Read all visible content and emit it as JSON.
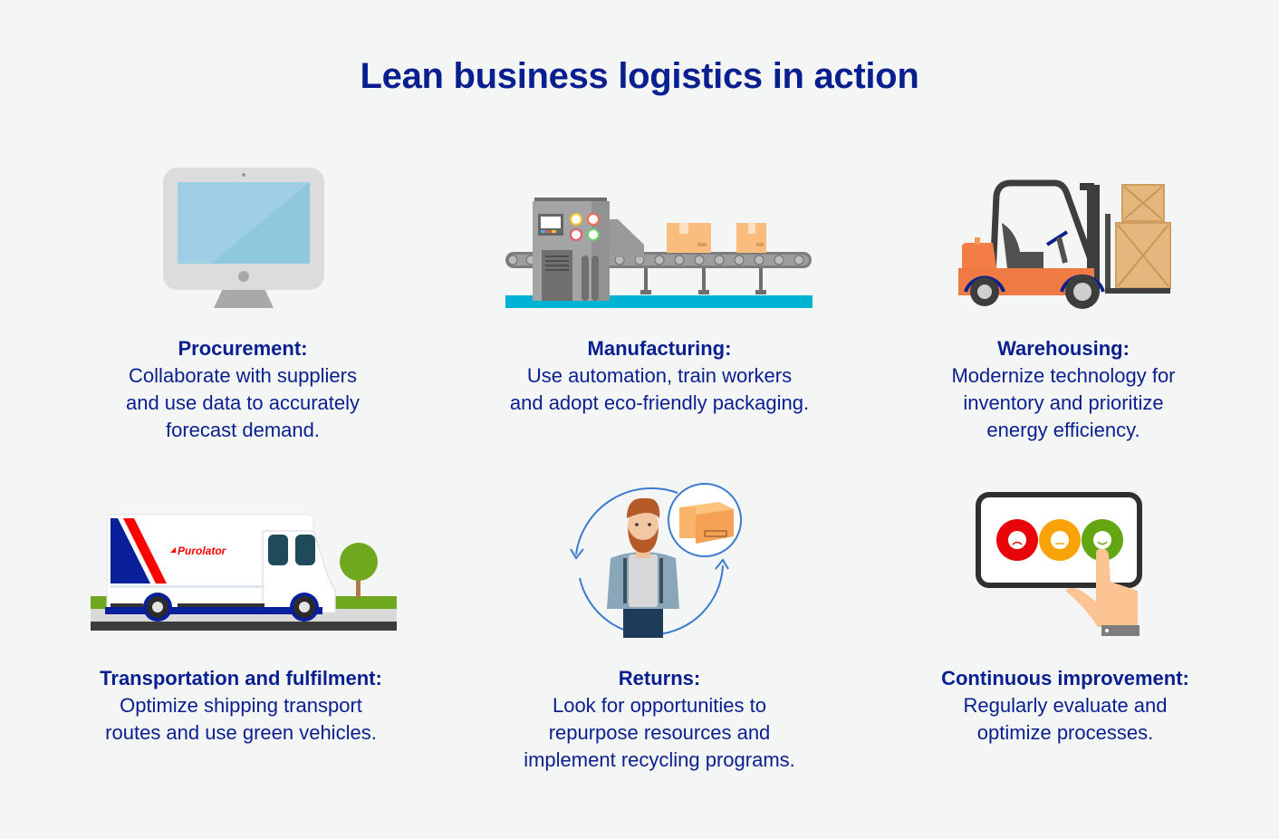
{
  "title": "Lean business logistics in action",
  "colors": {
    "text": "#0a1f8f",
    "background": "#f4f5f5"
  },
  "items": [
    {
      "icon": "computer-monitor-icon",
      "heading": "Procurement:",
      "lines": [
        "Collaborate with suppliers",
        "and use data to accurately",
        "forecast demand."
      ]
    },
    {
      "icon": "conveyor-machine-icon",
      "heading": "Manufacturing:",
      "lines": [
        "Use automation, train workers",
        "and adopt eco-friendly packaging."
      ]
    },
    {
      "icon": "forklift-icon",
      "heading": "Warehousing:",
      "lines": [
        "Modernize technology for",
        "inventory and prioritize",
        "energy efficiency."
      ]
    },
    {
      "icon": "delivery-truck-icon",
      "truck_brand": "Purolator",
      "heading": "Transportation and fulfilment:",
      "lines": [
        "Optimize shipping transport",
        "routes and use green vehicles."
      ]
    },
    {
      "icon": "returns-cycle-icon",
      "heading": "Returns:",
      "lines": [
        "Look for opportunities to",
        "repurpose resources and",
        "implement recycling programs."
      ]
    },
    {
      "icon": "feedback-rating-icon",
      "heading": "Continuous improvement:",
      "lines": [
        "Regularly evaluate and",
        "optimize processes."
      ]
    }
  ]
}
